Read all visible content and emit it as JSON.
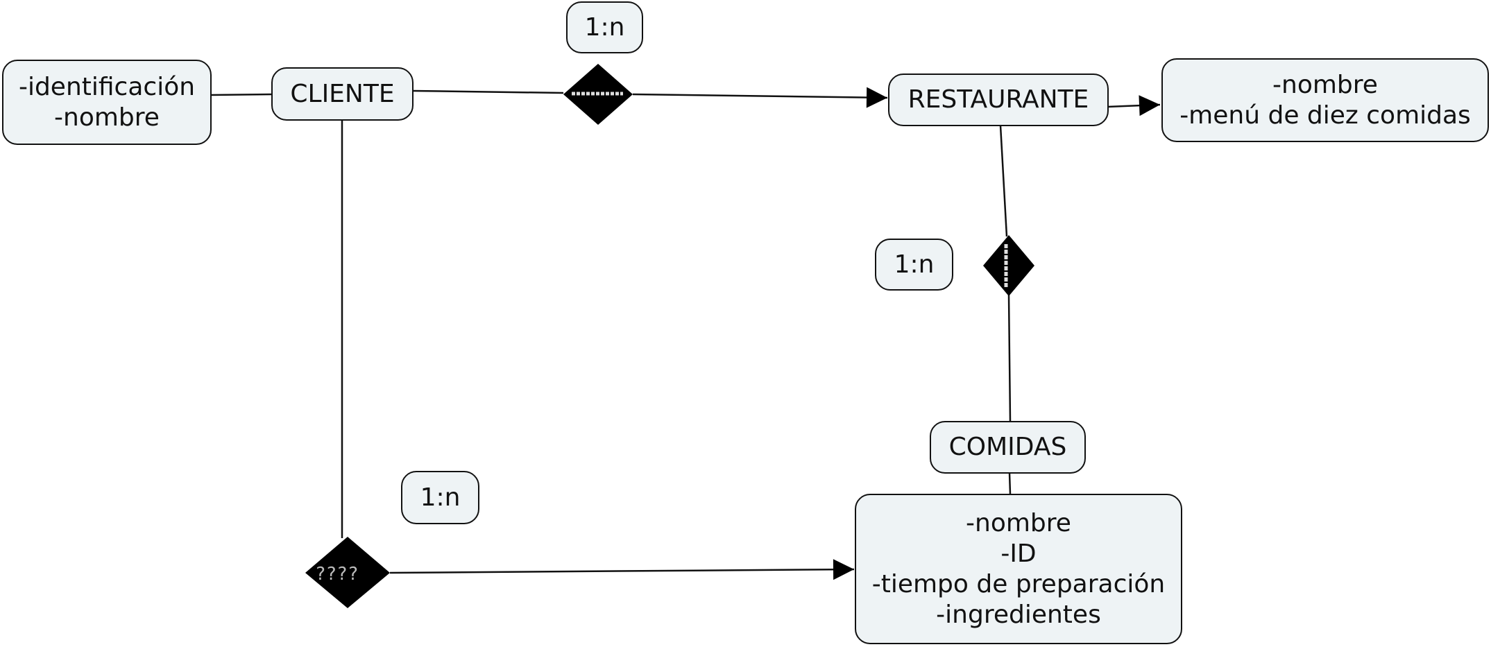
{
  "colors": {
    "node_fill": "#eef3f5",
    "stroke": "#111111",
    "diamond": "#000000"
  },
  "nodes": {
    "cliente_attrs": {
      "lines": [
        "-identificación",
        "-nombre"
      ]
    },
    "cliente": {
      "label": "CLIENTE"
    },
    "rel_cliente_restaurante": {
      "label": "1:n"
    },
    "restaurante": {
      "label": "RESTAURANTE"
    },
    "restaurante_attrs": {
      "lines": [
        "-nombre",
        "-menú de diez comidas"
      ]
    },
    "rel_restaurante_comidas": {
      "label": "1:n"
    },
    "comidas": {
      "label": "COMIDAS"
    },
    "rel_cliente_comidas": {
      "label": "1:n"
    },
    "comidas_attrs": {
      "lines": [
        "-nombre",
        "-ID",
        "-tiempo de preparación",
        "-ingredientes"
      ]
    }
  }
}
